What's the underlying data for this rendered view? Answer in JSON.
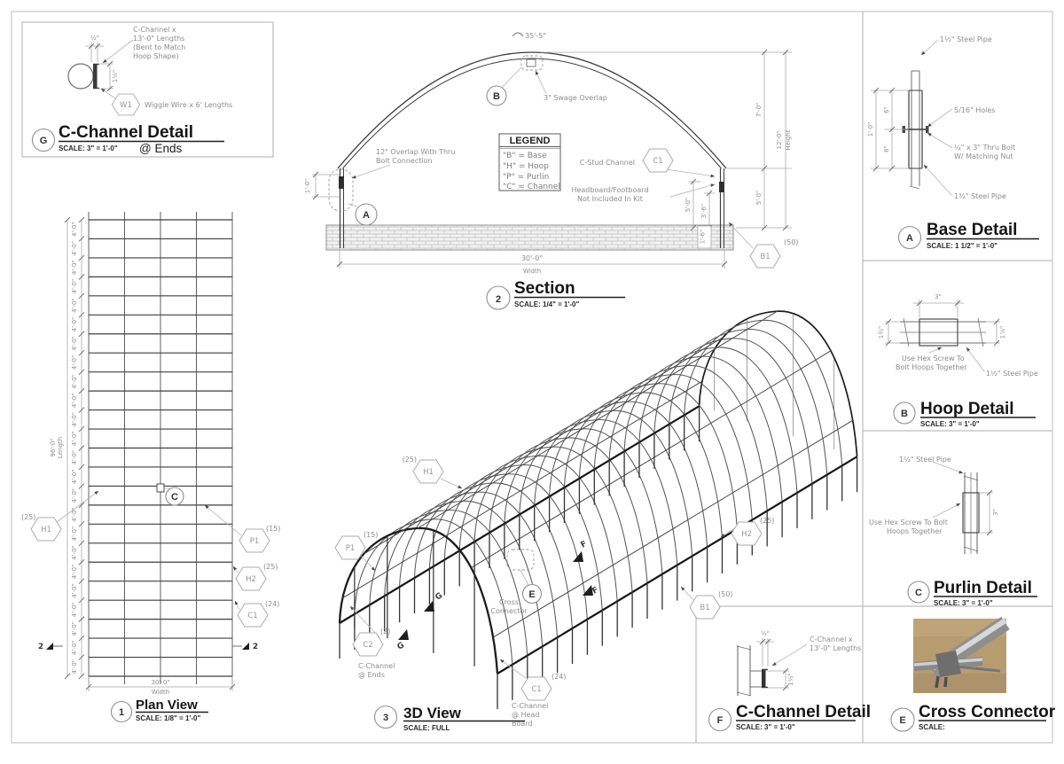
{
  "g_detail": {
    "marker": "G",
    "title": "C-Channel Detail",
    "scale": "SCALE: 3\" = 1'-0\"",
    "at_ends": "@ Ends",
    "dim_half": "½\"",
    "note_1": "C-Channel x",
    "note_2": "13'-0\" Lengths",
    "note_3": "(Bent to Match",
    "note_4": "Hoop Shape)",
    "dim_1half": "1½\"",
    "w1": "W1",
    "wiggle": "Wiggle Wire x 6' Lengths"
  },
  "section": {
    "number": "2",
    "title": "Section",
    "scale": "SCALE: 1/4\" = 1'-0\"",
    "arc_dim": "35'-5\"",
    "marker_b": "B",
    "swage": "3\" Swage Overlap",
    "overlap_1": "12\" Overlap With Thru",
    "overlap_2": "Bolt Connection",
    "dim_1ft": "1'-0\"",
    "marker_a": "A",
    "legend": {
      "title": "LEGEND",
      "rows": [
        "\"B\" = Base",
        "\"H\" = Hoop",
        "\"P\" = Purlin",
        "\"C\" = Channel"
      ]
    },
    "c_stud": "C-Stud Channel",
    "c1": "C1",
    "head_1": "Headboard/Footboard",
    "head_2": "Not Included In Kit",
    "dim_7": "7'-0\"",
    "dim_12": "12'-0\"",
    "height_label": "Height",
    "dim_5a": "5'-0\"",
    "dim_5b": "5'-0\"",
    "dim_36": "3'-6\"",
    "dim_16": "1'-6\"",
    "b1": "B1",
    "b1_count": "(50)",
    "width": "30'-0\"",
    "width_label": "Width"
  },
  "plan": {
    "number": "1",
    "title": "Plan View",
    "scale": "SCALE: 1/8\" = 1'-0\"",
    "rows": 24,
    "spacing": "4'-0\"",
    "length": "96'-0\"",
    "length_label": "Length",
    "width": "30'-0\"",
    "width_label": "Width",
    "h1": "H1",
    "h1_count": "(25)",
    "marker_c": "C",
    "p1": "P1",
    "p1_count": "(15)",
    "h2": "H2",
    "h2_count": "(25)",
    "c1": "C1",
    "c1_count": "(24)",
    "cut": "2"
  },
  "three_d": {
    "number": "3",
    "title": "3D View",
    "scale": "SCALE: FULL",
    "hoops": 25,
    "h1": "H1",
    "h1_count": "(25)",
    "p1": "P1",
    "p1_count": "(15)",
    "c2": "C2",
    "c2_count": "(2)",
    "c2_note_1": "C-Channel",
    "c2_note_2": "@ Ends",
    "e": "E",
    "e_note_1": "Cross",
    "e_note_2": "Connector",
    "h2": "H2",
    "h2_count": "(25)",
    "b1": "B1",
    "b1_count": "(50)",
    "c1": "C1",
    "c1_count": "(24)",
    "c1_note_1": "C-Channel",
    "c1_note_2": "@ Head",
    "c1_note_3": "Board",
    "g_flag": "G",
    "f_flag": "F"
  },
  "base_detail": {
    "marker": "A",
    "title": "Base Detail",
    "scale": "SCALE: 1 1/2\" = 1'-0\"",
    "pipe_top": "1½\" Steel Pipe",
    "holes": "5/16\" Holes",
    "bolt_1": "¼\" x 3\" Thru Bolt",
    "bolt_2": "W/ Matching Nut",
    "pipe_bottom": "1¾\" Steel Pipe",
    "dim_6a": "6\"",
    "dim_6b": "6\"",
    "dim_1ft": "1'-0\""
  },
  "hoop_detail": {
    "marker": "B",
    "title": "Hoop Detail",
    "scale": "SCALE: 3\" = 1'-0\"",
    "dim_3": "3\"",
    "dim_134": "1¾\"",
    "dim_178": "1⅞\"",
    "hex_1": "Use Hex Screw To",
    "hex_2": "Bolt Hoops Together",
    "pipe": "1½\" Steel Pipe"
  },
  "purlin_detail": {
    "marker": "C",
    "title": "Purlin Detail",
    "scale": "SCALE: 3\" = 1'-0\"",
    "pipe": "1¼\" Steel Pipe",
    "hex_1": "Use Hex Screw To Bolt",
    "hex_2": "Hoops Together",
    "dim_3": "3\""
  },
  "f_detail": {
    "marker": "F",
    "title": "C-Channel Detail",
    "scale": "SCALE: 3\" = 1'-0\"",
    "dim_half": "½\"",
    "note_1": "C-Channel x",
    "note_2": "13'-0\" Lengths",
    "dim_1half": "1½\""
  },
  "cross_connector": {
    "marker": "E",
    "title": "Cross Connector",
    "scale": "SCALE:"
  }
}
